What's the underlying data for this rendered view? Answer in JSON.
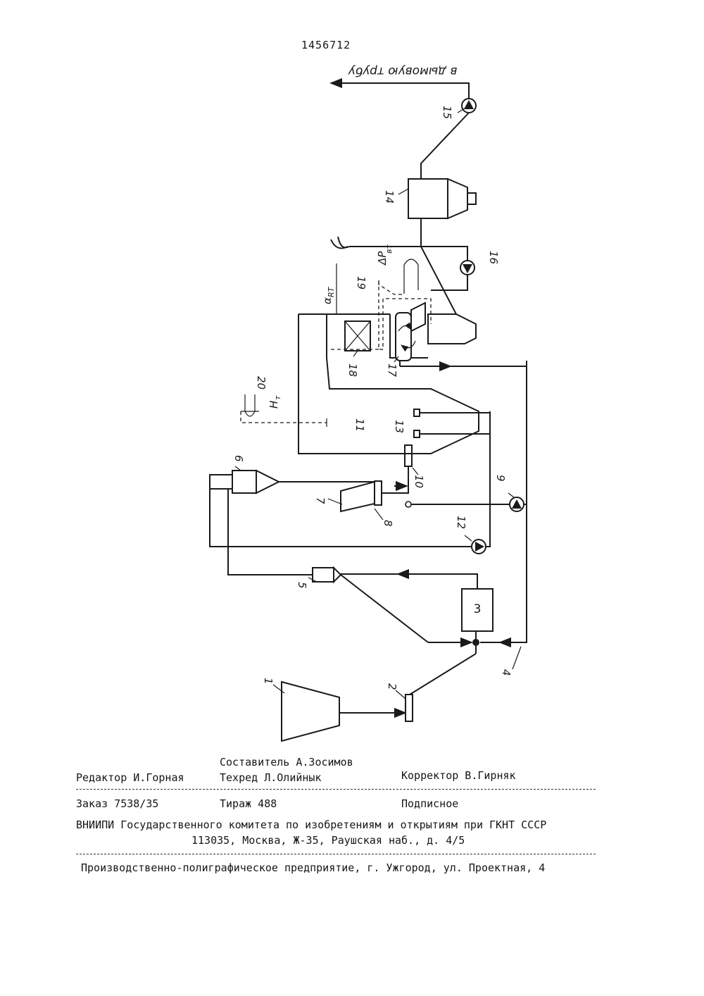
{
  "patent_number": "1456712",
  "figure": {
    "exhaust_label": "в дымовую трубу",
    "dp_label": "ΔP",
    "dp_sub": "вт",
    "alpha_label": "α",
    "alpha_sub": "RT",
    "h_label": "H",
    "h_sub": "т",
    "numbers": [
      "1",
      "2",
      "3",
      "4",
      "5",
      "6",
      "7",
      "8",
      "9",
      "10",
      "11",
      "12",
      "13",
      "14",
      "15",
      "16",
      "17",
      "18",
      "19",
      "20"
    ]
  },
  "colophon": {
    "composer": "Составитель А.Зосимов",
    "editor": "Редактор И.Горная",
    "techred": "Техред Л.Олийнык",
    "corrector": "Корректор В.Гирняк",
    "order": "Заказ 7538/35",
    "circulation": "Тираж 488",
    "subscription": "Подписное",
    "institute": "ВНИИПИ Государственного комитета по изобретениям и открытиям при ГКНТ СССР",
    "address": "113035, Москва, Ж-35, Раушская наб., д. 4/5",
    "printer": "Производственно-полиграфическое предприятие, г. Ужгород, ул. Проектная, 4"
  }
}
